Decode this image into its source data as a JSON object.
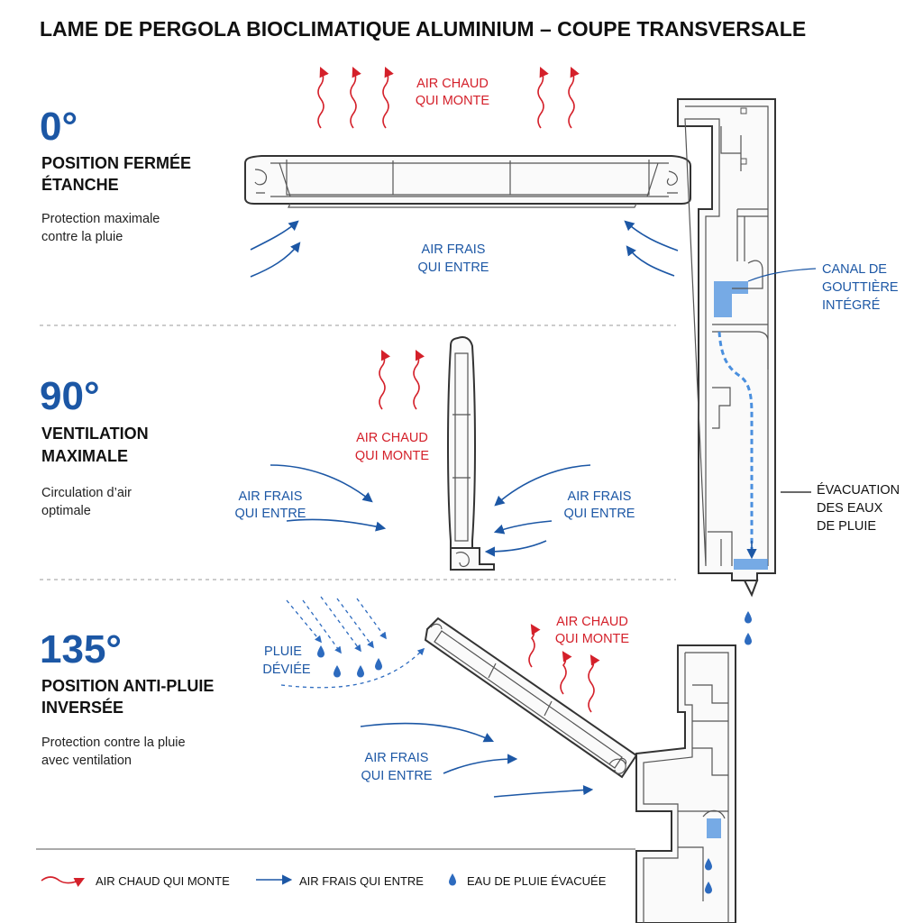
{
  "title": "LAME DE PERGOLA BIOCLIMATIQUE ALUMINIUM – COUPE TRANSVERSALE",
  "positions": [
    {
      "angle": "0°",
      "name_line1": "POSITION FERMÉE",
      "name_line2": "ÉTANCHE",
      "desc_line1": "Protection maximale",
      "desc_line2": "contre la pluie",
      "hot_line1": "AIR CHAUD",
      "hot_line2": "QUI MONTE",
      "cool_line1": "AIR FRAIS",
      "cool_line2": "QUI ENTRE"
    },
    {
      "angle": "90°",
      "name_line1": "VENTILATION",
      "name_line2": "MAXIMALE",
      "desc_line1": "Circulation d’air",
      "desc_line2": "optimale",
      "hot_line1": "AIR CHAUD",
      "hot_line2": "QUI MONTE",
      "cool_left_line1": "AIR FRAIS",
      "cool_left_line2": "QUI ENTRE",
      "cool_right_line1": "AIR FRAIS",
      "cool_right_line2": "QUI ENTRE"
    },
    {
      "angle": "135°",
      "name_line1": "POSITION ANTI-PLUIE",
      "name_line2": "INVERSÉE",
      "desc_line1": "Protection contre la pluie",
      "desc_line2": "avec ventilation",
      "rain_line1": "PLUIE",
      "rain_line2": "DÉVIÉE",
      "hot_line1": "AIR CHAUD",
      "hot_line2": "QUI MONTE",
      "cool_line1": "AIR FRAIS",
      "cool_line2": "QUI ENTRE"
    }
  ],
  "callouts": {
    "gutter_line1": "CANAL DE",
    "gutter_line2": "GOUTTIÈRE",
    "gutter_line3": "INTÉGRÉ",
    "drain_line1": "ÉVACUATION",
    "drain_line2": "DES EAUX",
    "drain_line3": "DE PLUIE"
  },
  "legend": {
    "hot": "AIR CHAUD QUI MONTE",
    "cool": "AIR FRAIS QUI ENTRE",
    "water": "EAU DE PLUIE ÉVACUÉE"
  },
  "colors": {
    "hot_air": "#d4202a",
    "cool_air": "#1c57a5",
    "water": "#4a8fde",
    "angle_text": "#1c57a5"
  }
}
